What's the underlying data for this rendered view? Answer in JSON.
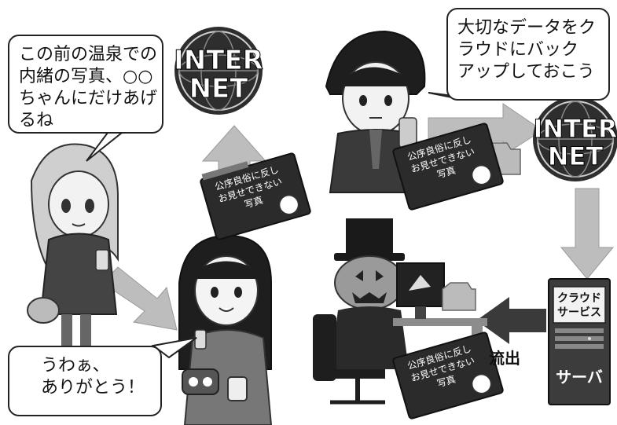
{
  "bubbles": {
    "girl": [
      "この前の温泉での",
      "内緒の写真、○○",
      "ちゃんにだけあげ",
      "るね"
    ],
    "man": [
      "大切なデータをク",
      "ラウドにバック",
      "アップしておこう"
    ],
    "friend": [
      "うわぁ、",
      "ありがとう！"
    ]
  },
  "internet_badge": [
    "INTER",
    "NET"
  ],
  "photo_card": [
    "公序良俗に反し",
    "お見せできない",
    "写真"
  ],
  "server": {
    "label_top": [
      "クラウド",
      "サービス"
    ],
    "label_bottom": "サーバ"
  },
  "leak_label": "流出",
  "colors": {
    "arrow": "#bdbdbd",
    "dark_arrow": "#3a3a3a",
    "card": "#2b2b2b",
    "server": "#3c3c3c"
  }
}
